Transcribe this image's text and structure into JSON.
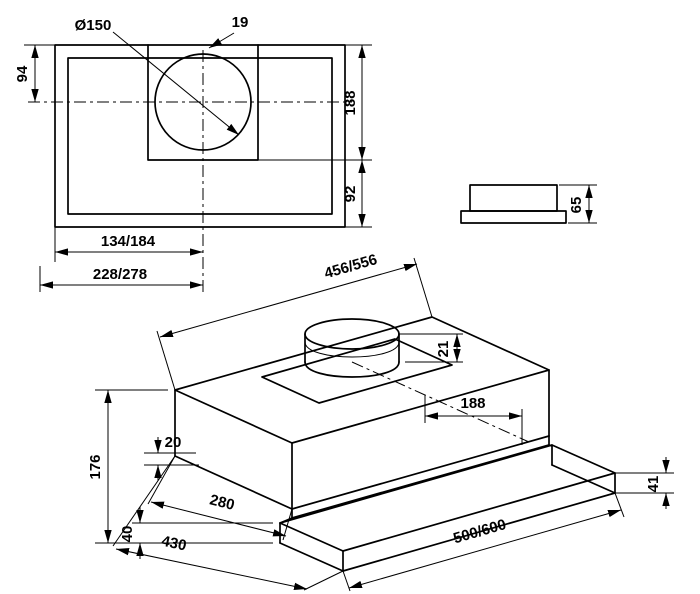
{
  "drawing_title": "cooker-hood-dimension-drawing",
  "colors": {
    "background": "#ffffff",
    "line": "#000000"
  },
  "plan_view": {
    "diameter_label": "Ø150",
    "dim_19": "19",
    "dim_94": "94",
    "dim_188": "188",
    "dim_92": "92",
    "dim_134_184": "134/184",
    "dim_228_278": "228/278"
  },
  "side_view": {
    "dim_65": "65"
  },
  "iso_view": {
    "dim_456_556": "456/556",
    "dim_21": "21",
    "dim_188": "188",
    "dim_176": "176",
    "dim_20": "20",
    "dim_40": "40",
    "dim_280": "280",
    "dim_430": "430",
    "dim_500_600": "500/600",
    "dim_41": "41"
  }
}
